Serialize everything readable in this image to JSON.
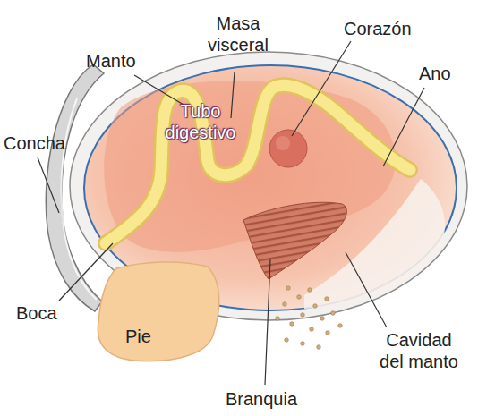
{
  "diagram": {
    "labels": [
      "Concha",
      "Manto",
      "Masa visceral",
      "Corazón",
      "Ano",
      "Tubo digestivo",
      "Boca",
      "Pie",
      "Branquia",
      "Cavidad del manto"
    ]
  }
}
